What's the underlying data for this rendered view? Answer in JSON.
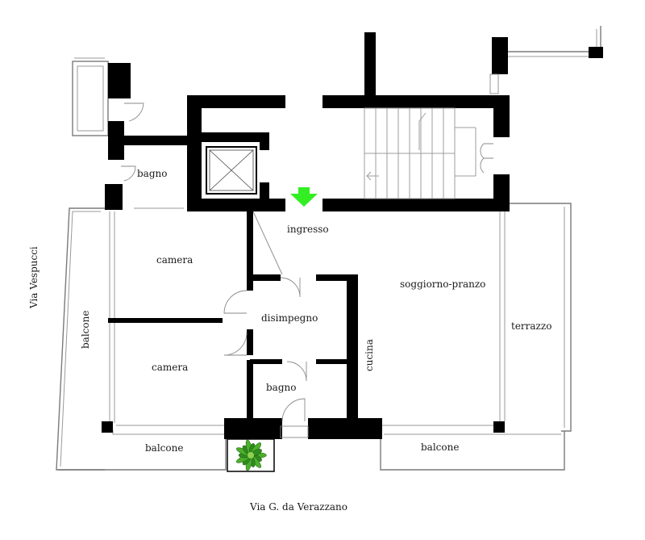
{
  "rooms": {
    "bagno_top": "bagno",
    "ingresso": "ingresso",
    "camera_top": "camera",
    "camera_bottom": "camera",
    "disimpegno": "disimpegno",
    "bagno_bottom": "bagno",
    "soggiorno": "soggiorno-pranzo",
    "cucina": "cucina",
    "terrazzo": "terrazzo",
    "balcone_left_side": "balcone",
    "balcone_bottom_left": "balcone",
    "balcone_bottom_right": "balcone"
  },
  "streets": {
    "west": "Via Vespucci",
    "south": "Via G. da Verazzano"
  },
  "colors": {
    "entrance_arrow": "#33ee22",
    "walls": "#000000",
    "plant": "#4caf2a"
  },
  "icons": {
    "entrance": "arrow-down-icon",
    "elevator": "elevator-icon",
    "plant": "plant-icon"
  }
}
